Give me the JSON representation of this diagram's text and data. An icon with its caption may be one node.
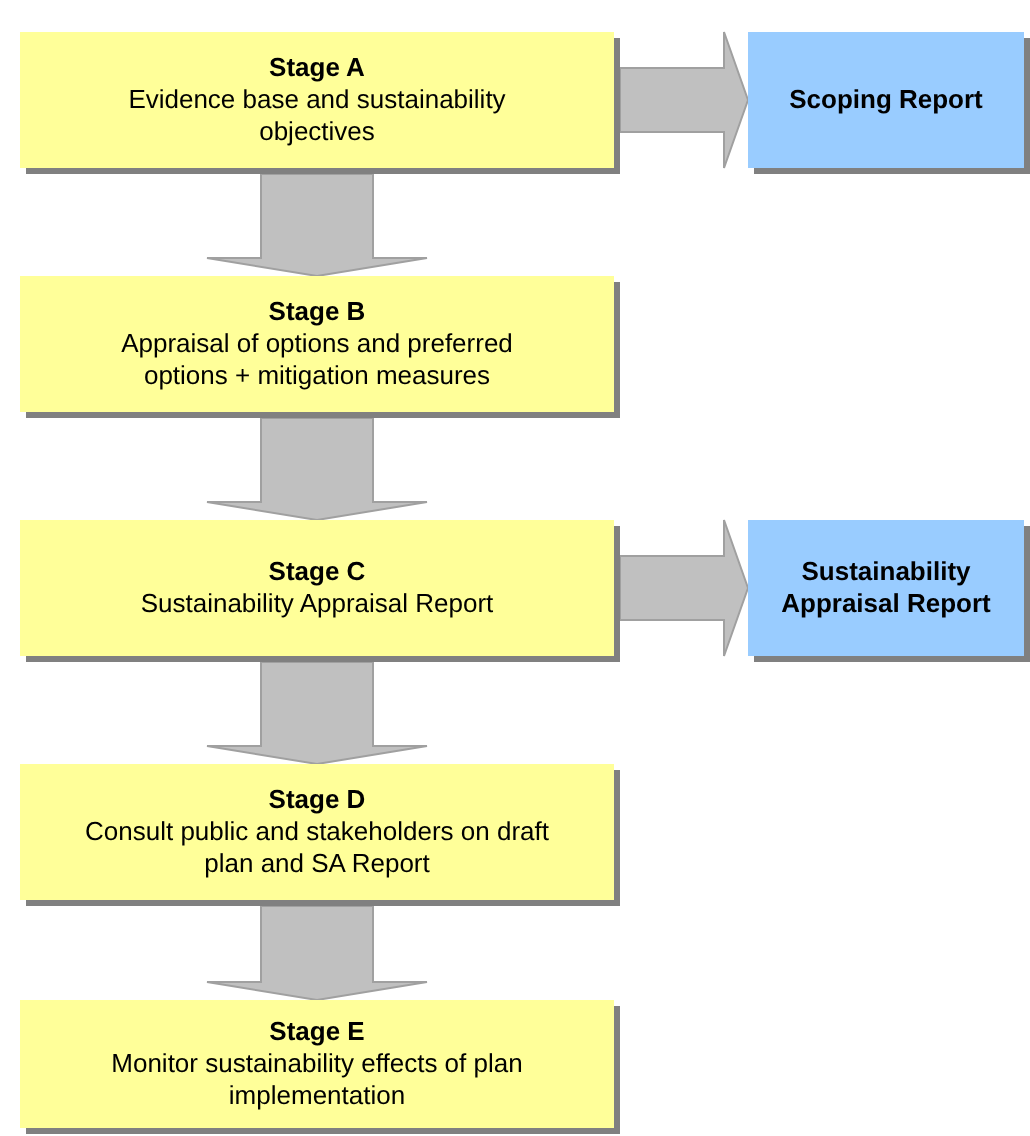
{
  "diagram": {
    "nodes": [
      {
        "text": [
          "Stage A",
          "Evidence base and sustainability objectives"
        ]
      },
      {
        "text": [
          "Scoping Report"
        ]
      },
      {
        "text": [
          "Stage B",
          "Appraisal of options and preferred options + mitigation measures"
        ]
      },
      {
        "text": [
          "Stage C",
          "Sustainability Appraisal Report"
        ]
      },
      {
        "text": [
          "Sustainability Appraisal Report"
        ]
      },
      {
        "text": [
          "Stage D",
          "Consult public and stakeholders on draft plan and SA Report"
        ]
      },
      {
        "text": [
          "Stage E",
          "Monitor sustainability effects of plan implementation"
        ]
      }
    ],
    "edges": [
      {
        "from": 0,
        "to": 1,
        "arrow": "to"
      },
      {
        "from": 0,
        "to": 2,
        "arrow": "to"
      },
      {
        "from": 2,
        "to": 3,
        "arrow": "to"
      },
      {
        "from": 3,
        "to": 4,
        "arrow": "to"
      },
      {
        "from": 3,
        "to": 5,
        "arrow": "to"
      },
      {
        "from": 5,
        "to": 6,
        "arrow": "to"
      }
    ]
  }
}
